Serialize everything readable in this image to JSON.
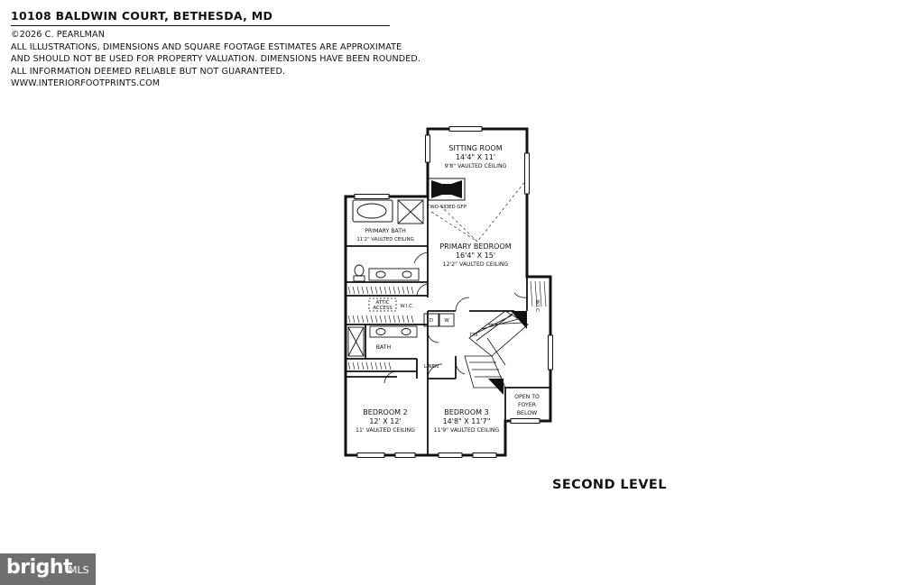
{
  "header": {
    "title": "10108 BALDWIN COURT, BETHESDA, MD",
    "copyright": "©2026 C. PEARLMAN",
    "disclaimer": [
      "ALL ILLUSTRATIONS, DIMENSIONS AND SQUARE FOOTAGE ESTIMATES ARE APPROXIMATE",
      "AND  SHOULD NOT BE USED FOR PROPERTY VALUATION. DIMENSIONS HAVE BEEN ROUNDED.",
      "ALL INFORMATION DEEMED RELIABLE BUT NOT GUARANTEED."
    ],
    "website": "WWW.INTERIORFOOTPRINTS.COM"
  },
  "rooms": {
    "sitting_room": {
      "name": "SITTING ROOM",
      "dims": "14'4\" X 11'",
      "ceiling": "9'8\" VAULTED CEILING"
    },
    "primary_bedroom": {
      "name": "PRIMARY BEDROOM",
      "dims": "16'4\" X 15'",
      "ceiling": "12'2\" VAULTED CEILING"
    },
    "primary_bath": {
      "name": "PRIMARY BATH",
      "ceiling": "11'2\" VAULTED CEILING"
    },
    "bedroom2": {
      "name": "BEDROOM 2",
      "dims": "12' X 12'",
      "ceiling": "11' VAULTED CEILING"
    },
    "bedroom3": {
      "name": "BEDROOM 3",
      "dims": "14'8\" X 11'7\"",
      "ceiling": "11'9\" VAULTED CEILING"
    }
  },
  "labels": {
    "fireplace": "TWO-SIDED GFP",
    "attic1": "ATTIC",
    "attic2": "ACCESS",
    "wic": "W.I.C.",
    "wic_right": "W.I.C.",
    "dryer": "D",
    "washer": "W",
    "bath": "BATH",
    "linen": "LINEN",
    "dn": "DN",
    "open1": "OPEN TO",
    "open2": "FOYER",
    "open3": "BELOW"
  },
  "level_label": "SECOND LEVEL",
  "watermark": {
    "brand": "bright",
    "suffix": "MLS"
  }
}
